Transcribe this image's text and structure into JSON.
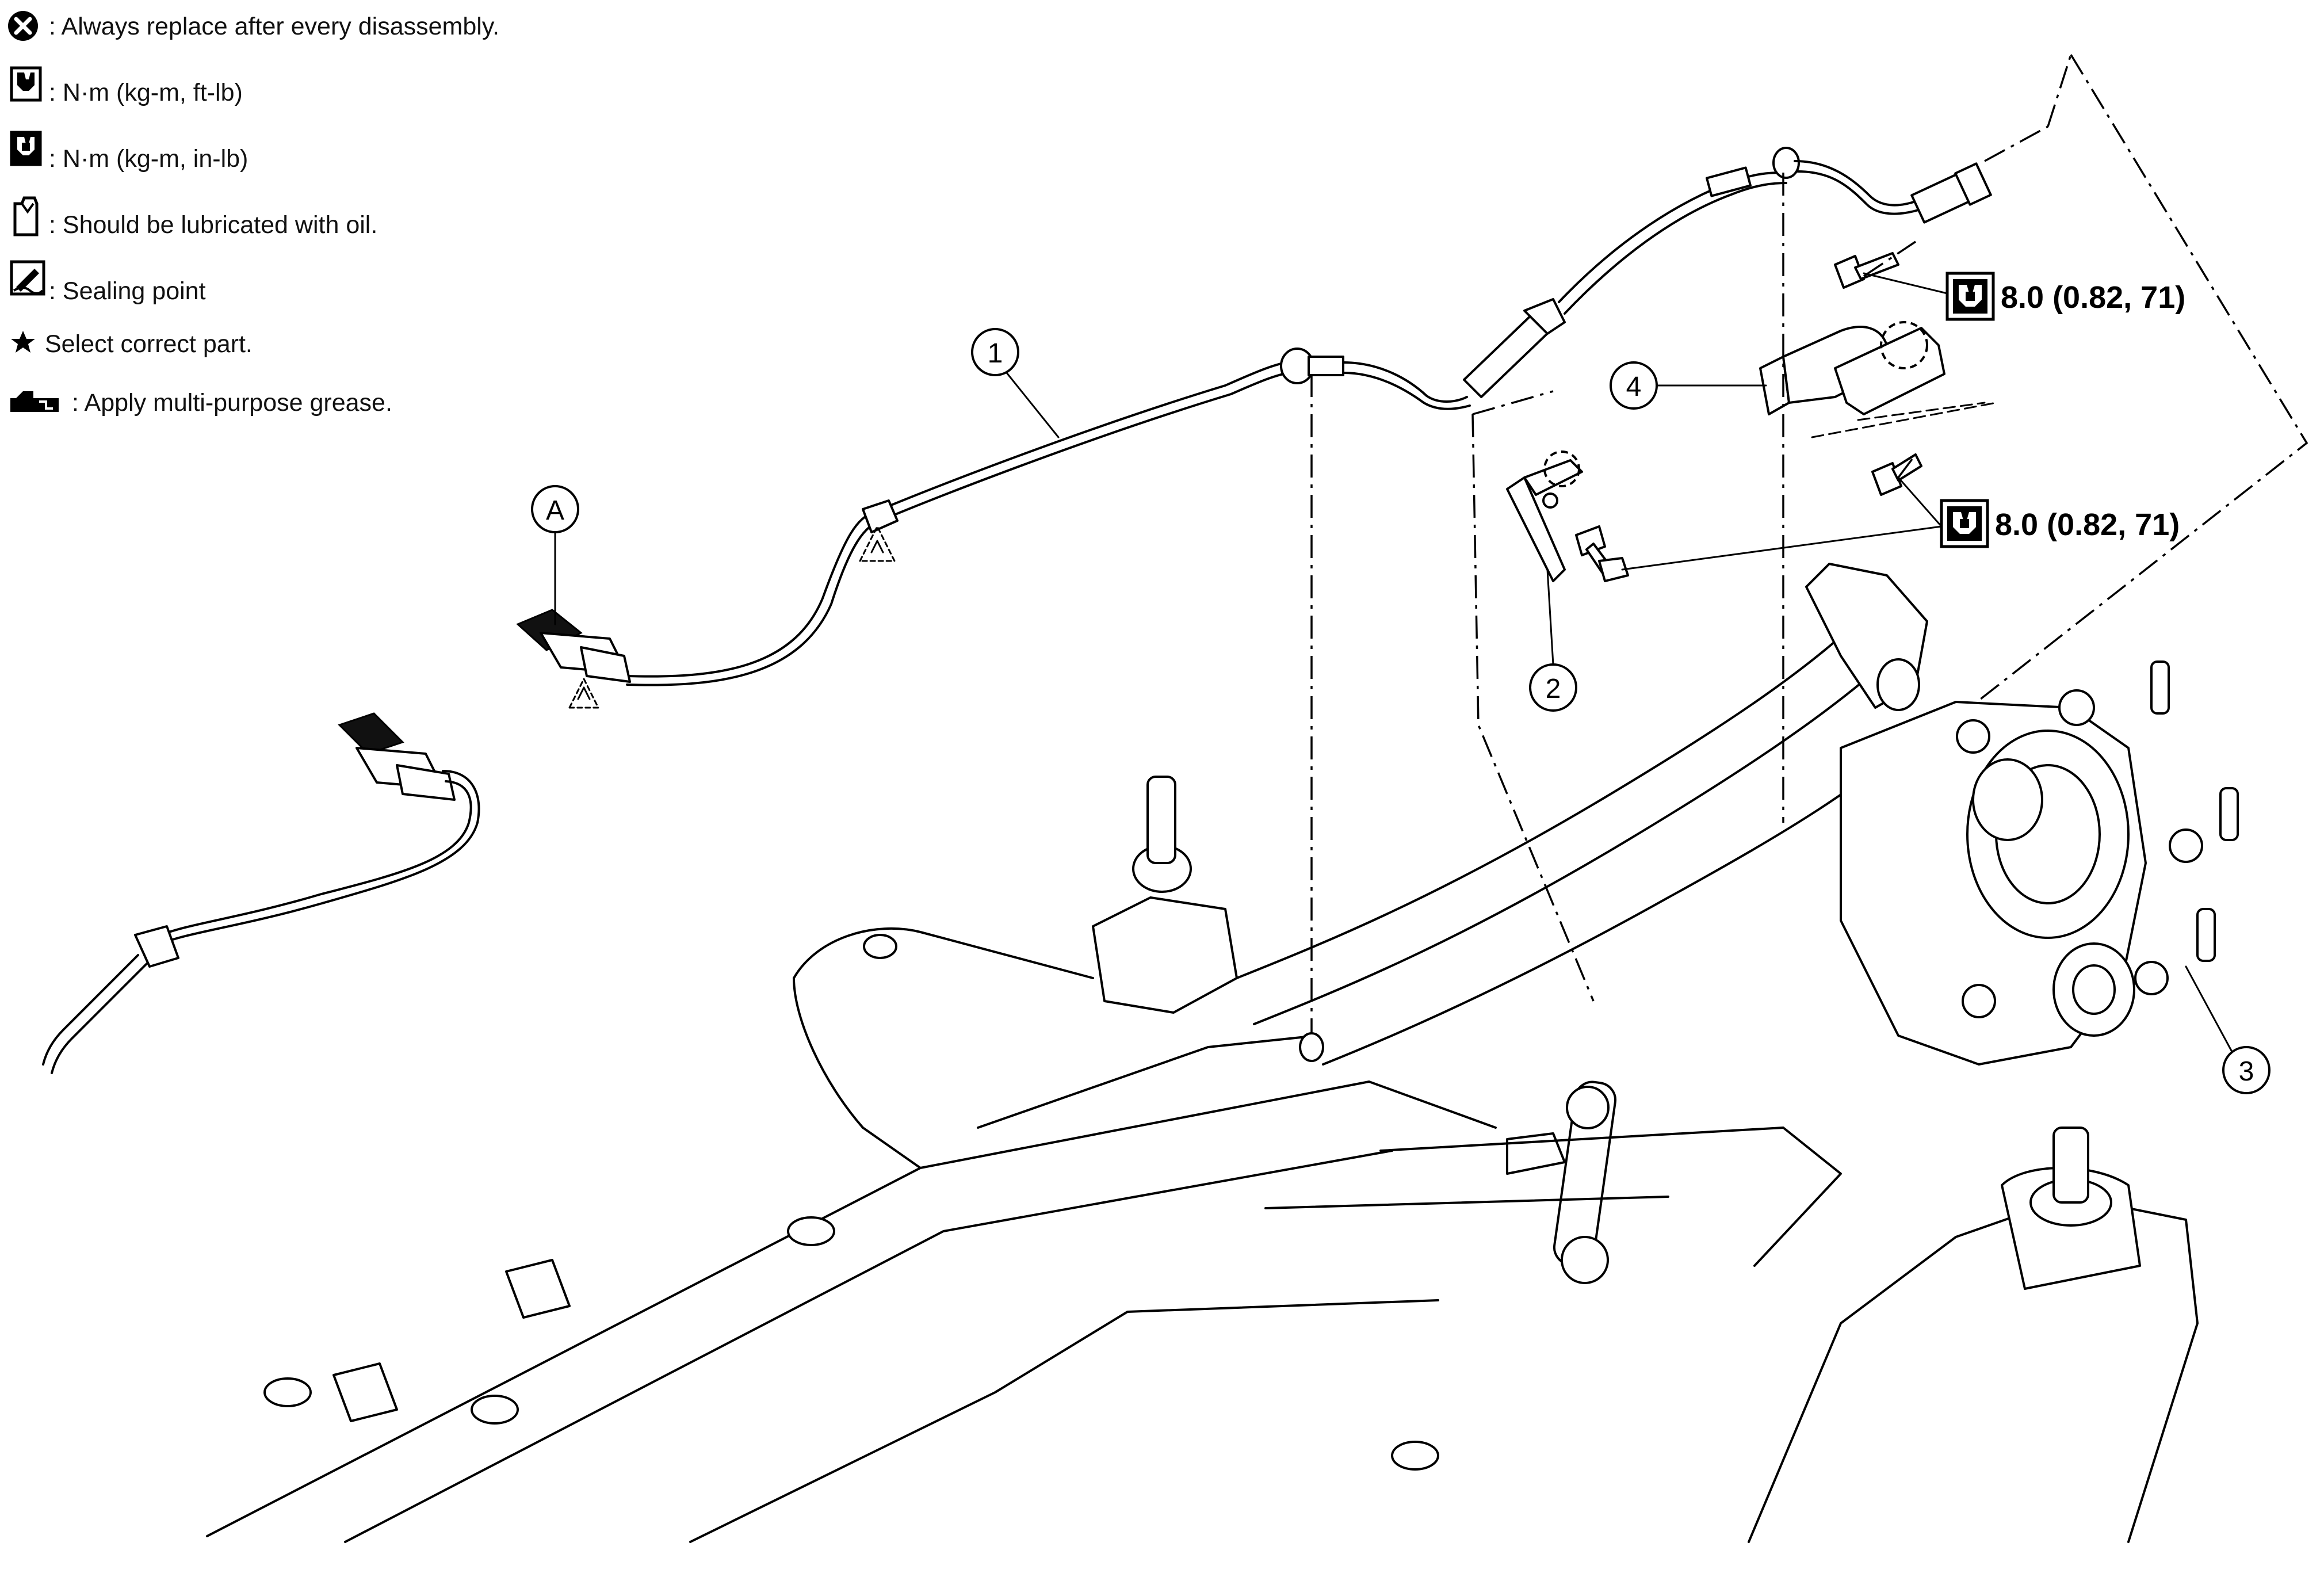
{
  "legend": {
    "items": [
      {
        "icon": "replace-icon",
        "text": ": Always replace after every disassembly."
      },
      {
        "icon": "torque-ft-lb-icon",
        "text": ": N·m (kg-m, ft-lb)"
      },
      {
        "icon": "torque-in-lb-icon",
        "text": ": N·m (kg-m, in-lb)"
      },
      {
        "icon": "oil-lubricate-icon",
        "text": ": Should be lubricated with oil."
      },
      {
        "icon": "sealing-point-icon",
        "text": ": Sealing point"
      },
      {
        "icon": "star-icon",
        "text": "Select correct part."
      },
      {
        "icon": "grease-icon",
        "text": ": Apply multi-purpose grease."
      }
    ]
  },
  "callouts": {
    "c1": "1",
    "c2": "2",
    "c3": "3",
    "c4": "4",
    "cA": "A"
  },
  "torque": {
    "upper": "8.0 (0.82, 71)",
    "lower": "8.0 (0.82, 71)"
  }
}
